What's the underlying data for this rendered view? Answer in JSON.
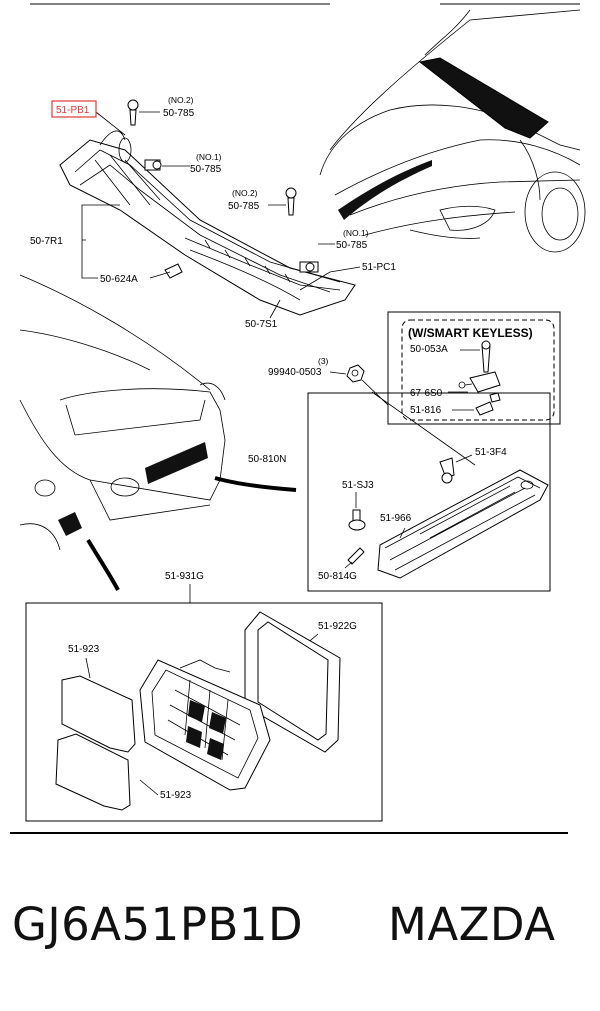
{
  "diagram": {
    "labels": {
      "pb1": "51-PB1",
      "no2_a": "(NO.2)",
      "p50785_a": "50-785",
      "no1_a": "(NO.1)",
      "p50785_b": "50-785",
      "no2_b": "(NO.2)",
      "p50785_c": "50-785",
      "no1_b": "(NO.1)",
      "p50785_d": "50-785",
      "p507r1": "50-7R1",
      "p50624a": "50-624A",
      "p51pc1": "51-PC1",
      "p507s1": "50-7S1",
      "smart_keyless": "(W/SMART KEYLESS)",
      "p50053a": "50-053A",
      "qty3": "(3)",
      "p99940": "99940-0503",
      "p676s0": "67-6S0",
      "p51816": "51-816",
      "p50810n": "50-810N",
      "p513f4": "51-3F4",
      "p51sj3": "51-SJ3",
      "p51966": "51-966",
      "p50814g": "50-814G",
      "p51931g": "51-931G",
      "p51922g": "51-922G",
      "p51923_a": "51-923",
      "p51923_b": "51-923"
    },
    "highlight_color": "#e03a3a"
  },
  "footer": {
    "part_number": "GJ6A51PB1D",
    "brand": "MAZDA"
  }
}
